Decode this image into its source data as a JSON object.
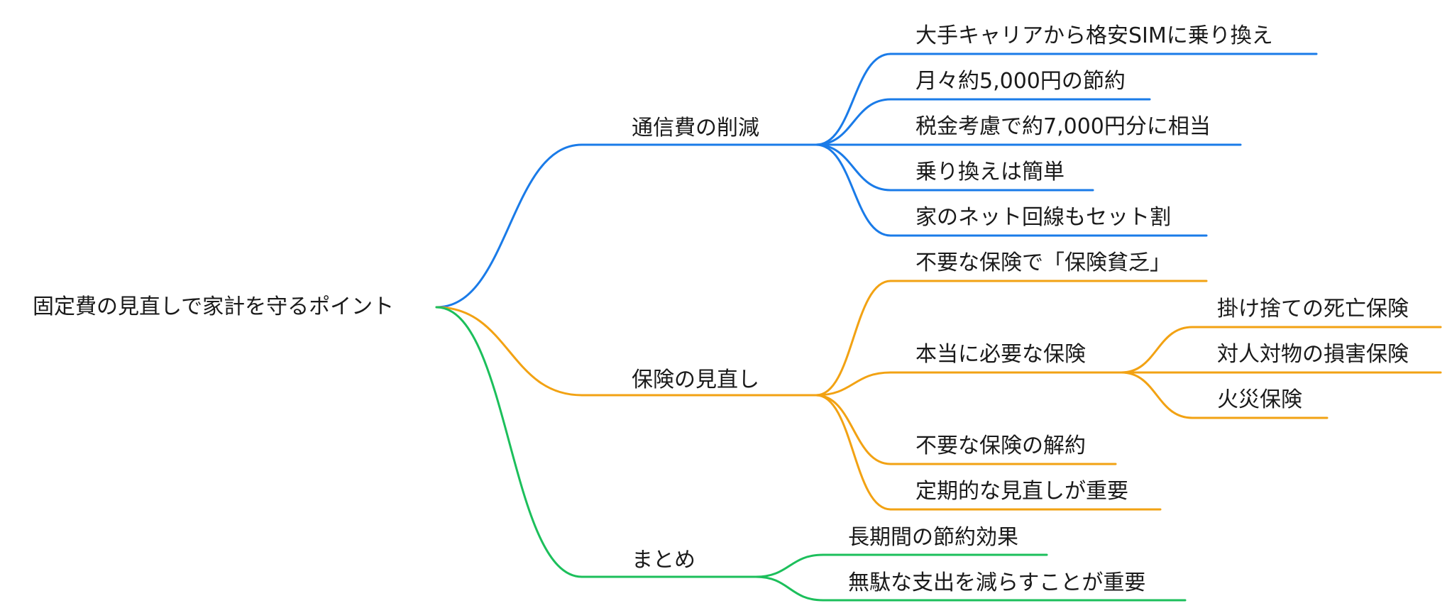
{
  "root": {
    "label": "固定費の見直しで家計を守るポイント",
    "children": [
      {
        "label": "通信費の削減",
        "color": "#1a7be8",
        "children": [
          {
            "label": "大手キャリアから格安SIMに乗り換え"
          },
          {
            "label": "月々約5,000円の節約"
          },
          {
            "label": "税金考慮で約7,000円分に相当"
          },
          {
            "label": "乗り換えは簡単"
          },
          {
            "label": "家のネット回線もセット割"
          }
        ]
      },
      {
        "label": "保険の見直し",
        "color": "#f2a213",
        "children": [
          {
            "label": "不要な保険で「保険貧乏」"
          },
          {
            "label": "本当に必要な保険",
            "children": [
              {
                "label": "掛け捨ての死亡保険"
              },
              {
                "label": "対人対物の損害保険"
              },
              {
                "label": "火災保険"
              }
            ]
          },
          {
            "label": "不要な保険の解約"
          },
          {
            "label": "定期的な見直しが重要"
          }
        ]
      },
      {
        "label": "まとめ",
        "color": "#1cbf5b",
        "children": [
          {
            "label": "長期間の節約効果"
          },
          {
            "label": "無駄な支出を減らすことが重要"
          }
        ]
      }
    ]
  }
}
